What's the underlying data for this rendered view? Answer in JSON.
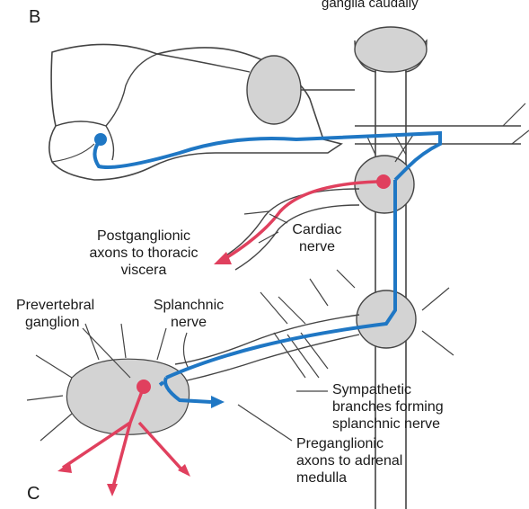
{
  "panel_b": "B",
  "panel_c": "C",
  "top_label": "ganglia caudally",
  "postganglionic": [
    "Postganglionic",
    "axons to thoracic",
    "viscera"
  ],
  "cardiac": [
    "Cardiac",
    "nerve"
  ],
  "prevertebral": [
    "Prevertebral",
    "ganglion"
  ],
  "splanchnic": [
    "Splanchnic",
    "nerve"
  ],
  "sympathetic": [
    "Sympathetic",
    "branches forming",
    "splanchnic nerve"
  ],
  "preganglionic": [
    "Preganglionic",
    "axons to adrenal",
    "medulla"
  ],
  "colors": {
    "preganglionic_axon": "#1f77c4",
    "postganglionic_axon": "#e0405e",
    "ganglion_fill": "#d3d3d3",
    "outline": "#444444"
  }
}
